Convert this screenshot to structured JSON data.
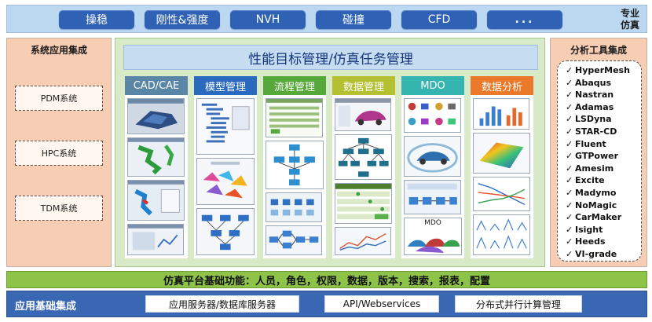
{
  "top": {
    "buttons": [
      "操稳",
      "刚性&强度",
      "NVH",
      "碰撞",
      "CFD",
      "..."
    ],
    "right_label": [
      "专业",
      "仿真"
    ]
  },
  "left_panel": {
    "title": "系统应用集成",
    "items": [
      "PDM系统",
      "HPC系统",
      "TDM系统"
    ]
  },
  "right_panel": {
    "title": "分析工具集成",
    "check": "✓",
    "tools": [
      "HyperMesh",
      "Abaqus",
      "Nastran",
      "Adamas",
      "LSDyna",
      "STAR-CD",
      "Fluent",
      "GTPower",
      "Amesim",
      "Excite",
      "Madymo",
      "NoMagic",
      "CarMaker",
      "Isight",
      "Heeds",
      "VI-grade"
    ]
  },
  "center": {
    "title": "性能目标管理/仿真任务管理",
    "columns": [
      {
        "label": "CAD/CAE",
        "color": "#5a86a6"
      },
      {
        "label": "模型管理",
        "color": "#2a6bbf"
      },
      {
        "label": "流程管理",
        "color": "#57a83a"
      },
      {
        "label": "数据管理",
        "color": "#b4c032"
      },
      {
        "label": "MDO",
        "color": "#35b5b0"
      },
      {
        "label": "数据分析",
        "color": "#ea7a2a"
      }
    ],
    "mdo_inner_label": "MDO"
  },
  "platform_bar": "仿真平台基础功能：人员，角色，权限，数据，版本，搜索，报表，配置",
  "base_bar": {
    "label": "应用基础集成",
    "items": [
      "应用服务器/数据库服务器",
      "API/Webservices",
      "分布式并行计算管理"
    ]
  }
}
